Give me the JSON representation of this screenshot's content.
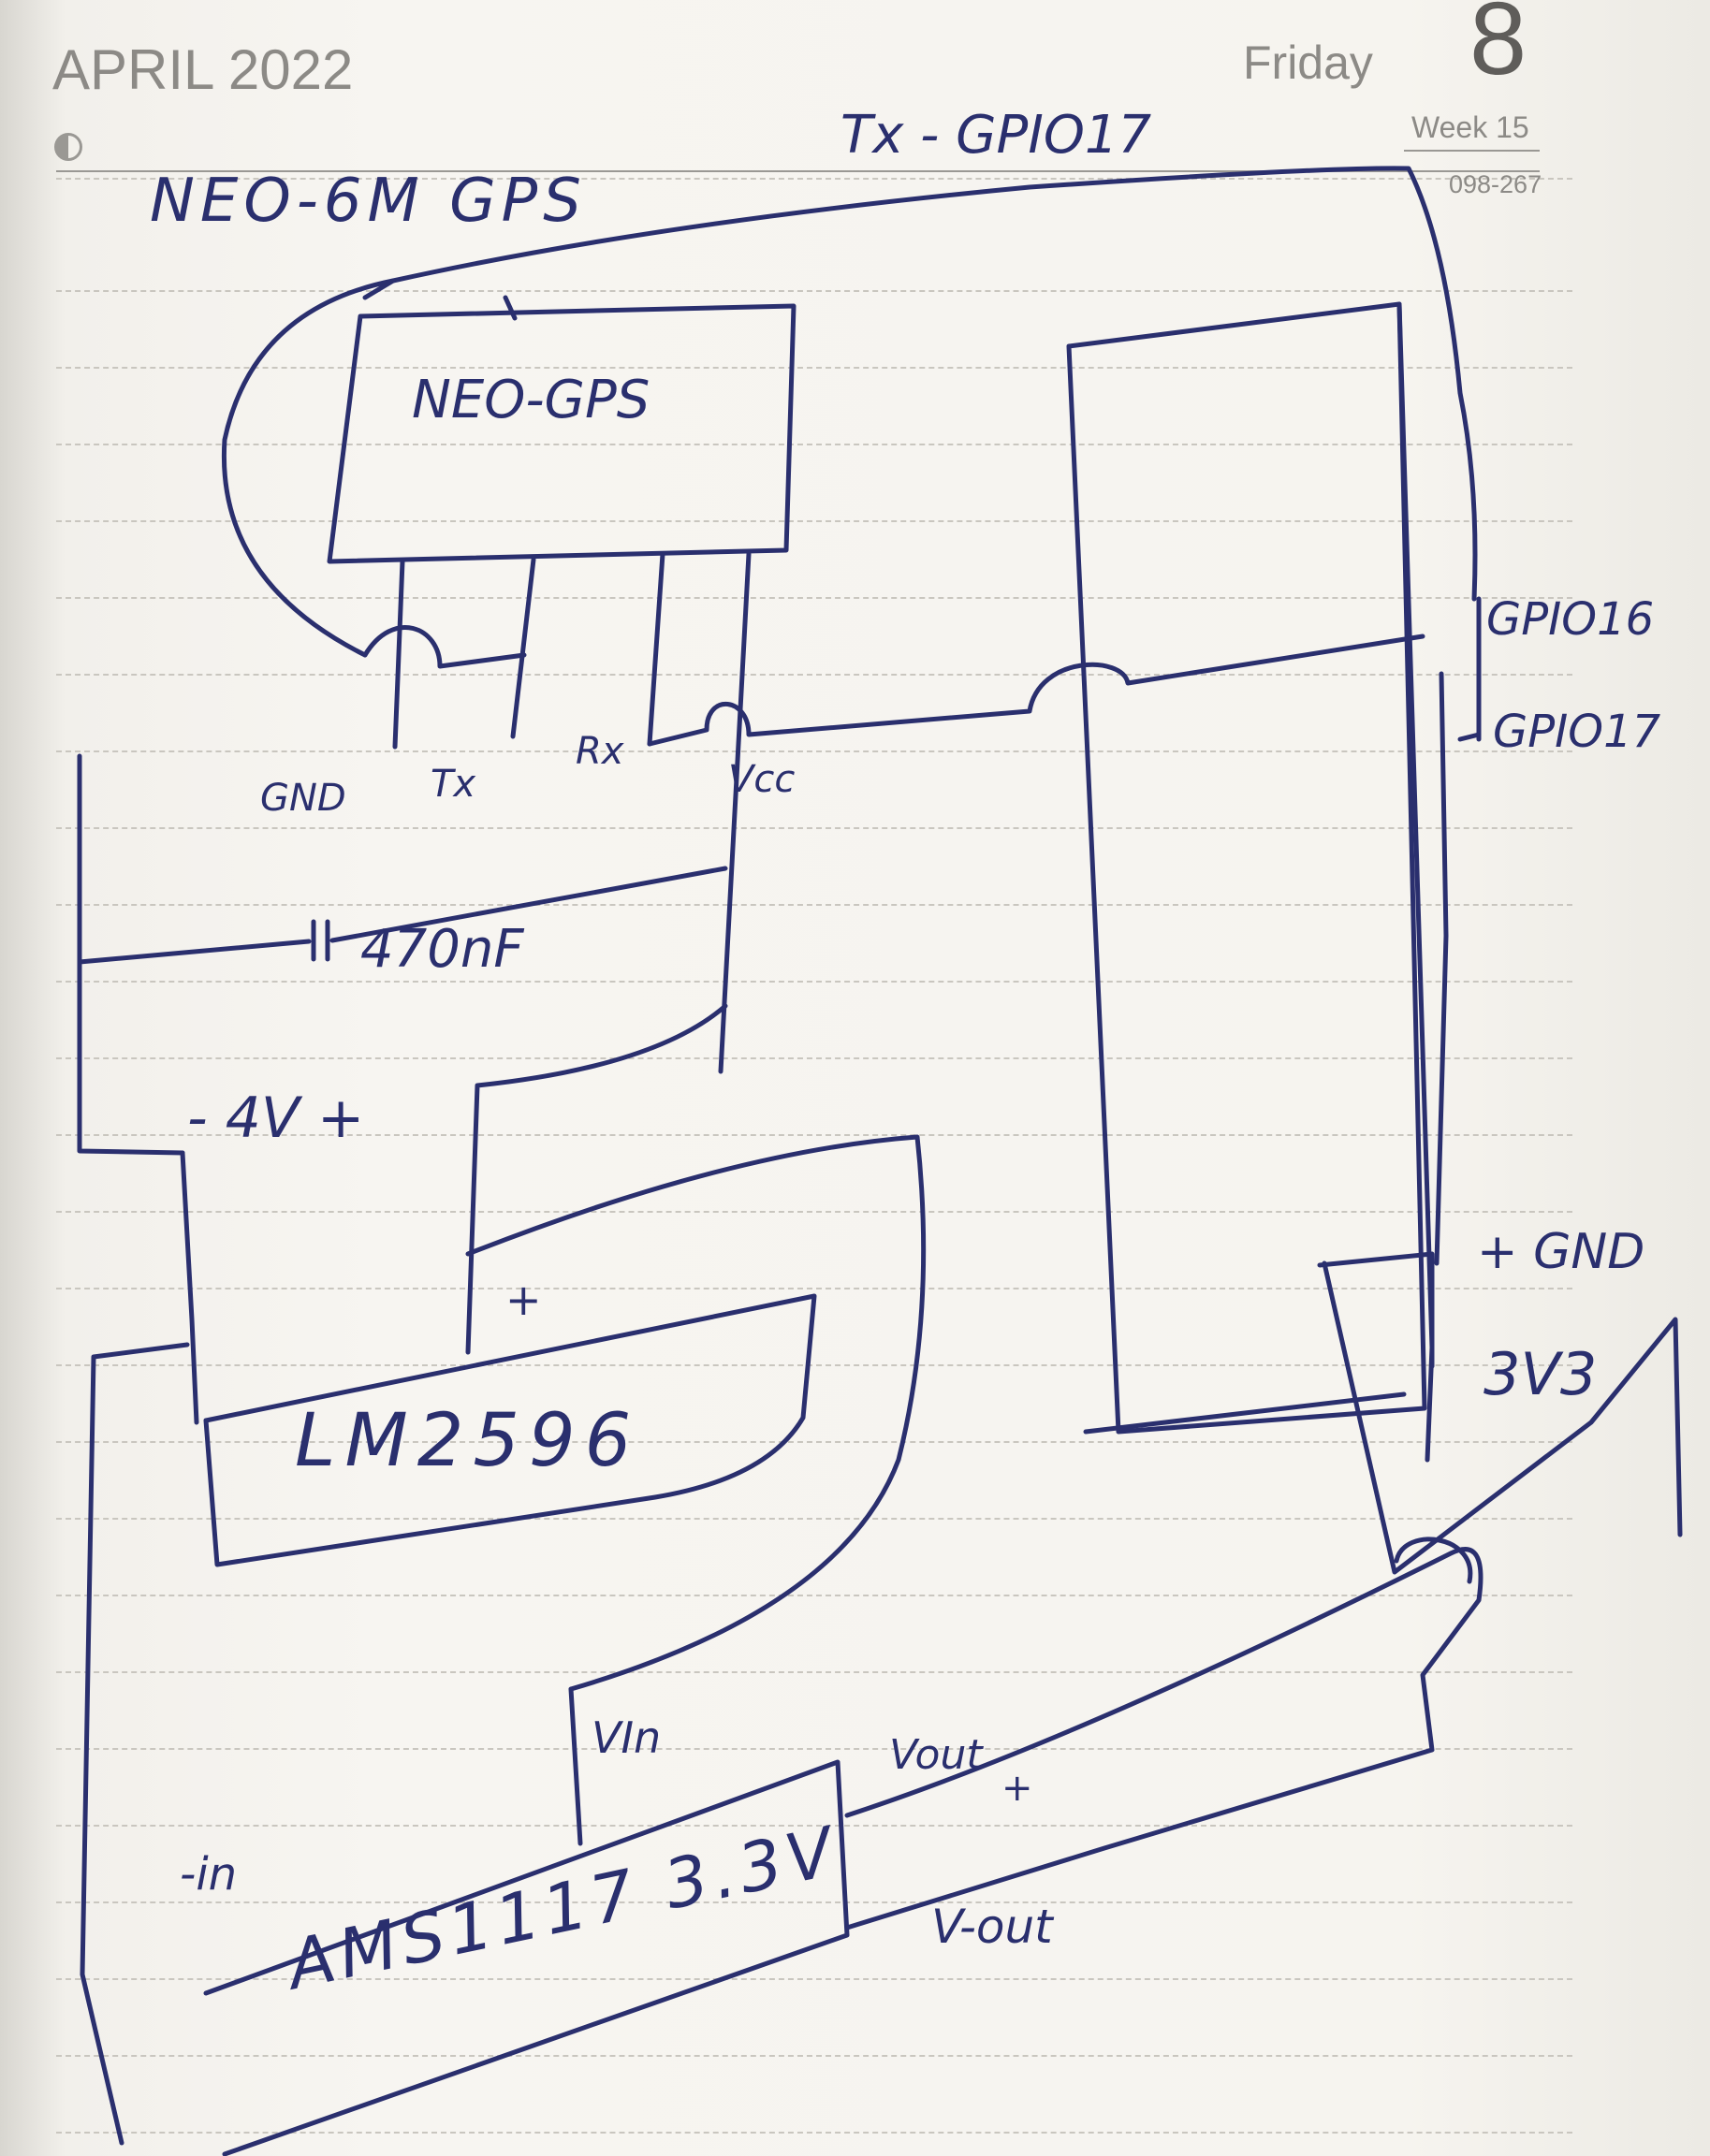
{
  "planner": {
    "month": "APRIL 2022",
    "weekday": "Friday",
    "day_number": "8",
    "week": "Week 15",
    "day_of_year": "098-267"
  },
  "notes": {
    "title": "NEO-6M GPS",
    "tx_label": "Tx - GPIO17",
    "module_label": "NEO-GPS",
    "pin_gnd": "GND",
    "pin_tx": "Tx",
    "pin_rx": "Rx",
    "pin_vcc": "Vcc",
    "capacitor": "470nF",
    "voltage": "- 4V +",
    "plus_mark": "+",
    "buck_module": "LM2596",
    "gpio16": "GPIO16",
    "gpio17": "GPIO17",
    "gnd": "+ GND",
    "v33": "3V3",
    "vin": "VIn",
    "vout": "Vout",
    "vout_plus": "+",
    "vout_minus": "V-out",
    "neg_in": "-in",
    "regulator": "AMS1117 3.3V"
  },
  "colors": {
    "ink": "#2a2f6e",
    "print": "#8c8a86",
    "paper": "#f6f4ef",
    "rule": "#c9c6bf"
  }
}
